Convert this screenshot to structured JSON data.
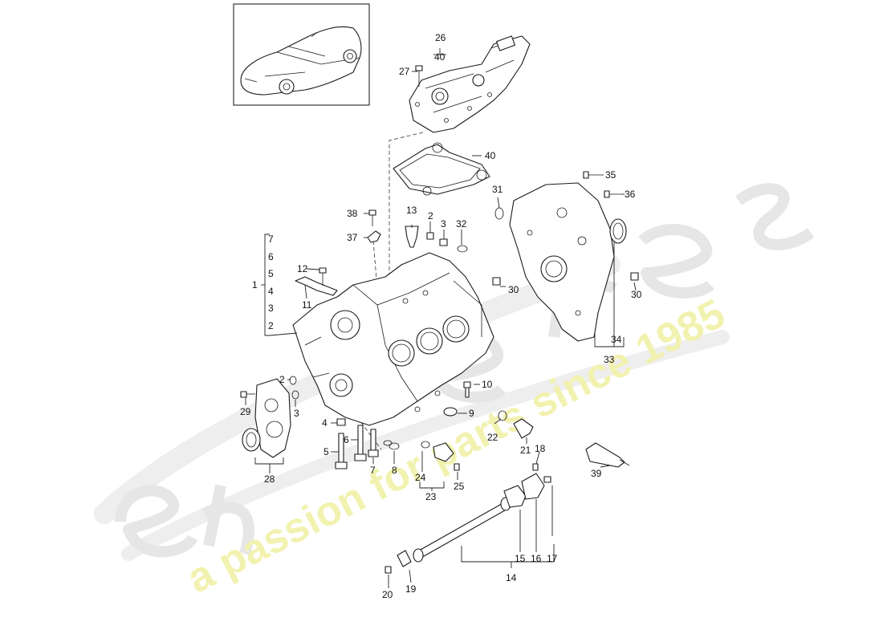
{
  "watermark": {
    "brand": "eurospares",
    "tagline": "a passion for parts since 1985",
    "brand_color": "#ececec",
    "tagline_color": "#f3f3a8"
  },
  "callouts": {
    "c1": "1",
    "c2a": "2",
    "c2b": "2",
    "c2c": "2",
    "c3a": "3",
    "c3b": "3",
    "c4a": "4",
    "c4b": "4",
    "c5a": "5",
    "c5b": "5",
    "c6a": "6",
    "c6b": "6",
    "c7a": "7",
    "c7b": "7",
    "c8": "8",
    "c9": "9",
    "c10": "10",
    "c11": "11",
    "c12": "12",
    "c13": "13",
    "c14": "14",
    "c15": "15",
    "c16": "16",
    "c17": "17",
    "c18": "18",
    "c19": "19",
    "c20": "20",
    "c21": "21",
    "c22": "22",
    "c23": "23",
    "c24": "24",
    "c25": "25",
    "c26": "26",
    "c27": "27",
    "c28": "28",
    "c29": "29",
    "c30a": "30",
    "c30b": "30",
    "c31": "31",
    "c32": "32",
    "c33": "33",
    "c34": "34",
    "c35": "35",
    "c36": "36",
    "c37": "37",
    "c38": "38",
    "c39": "39",
    "c40a": "40",
    "c40b": "40",
    "c3c": "3"
  },
  "icons": [
    "car-thumbnail-icon",
    "engine-crankcase-illustration",
    "oil-pump-cover-illustration",
    "gasket-illustration",
    "timing-cover-illustration",
    "shaft-illustration",
    "sealant-tube-icon"
  ]
}
